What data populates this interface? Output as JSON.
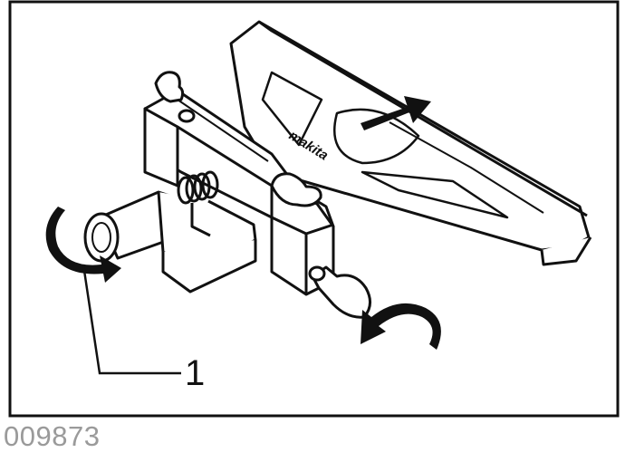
{
  "figure": {
    "callout_number": "1",
    "figure_code": "009873",
    "brand_mark": "makita"
  },
  "icons": [
    "rotation-arrow-counterclockwise-icon",
    "rotation-arrow-wrench-icon",
    "direction-arrow-icon"
  ]
}
